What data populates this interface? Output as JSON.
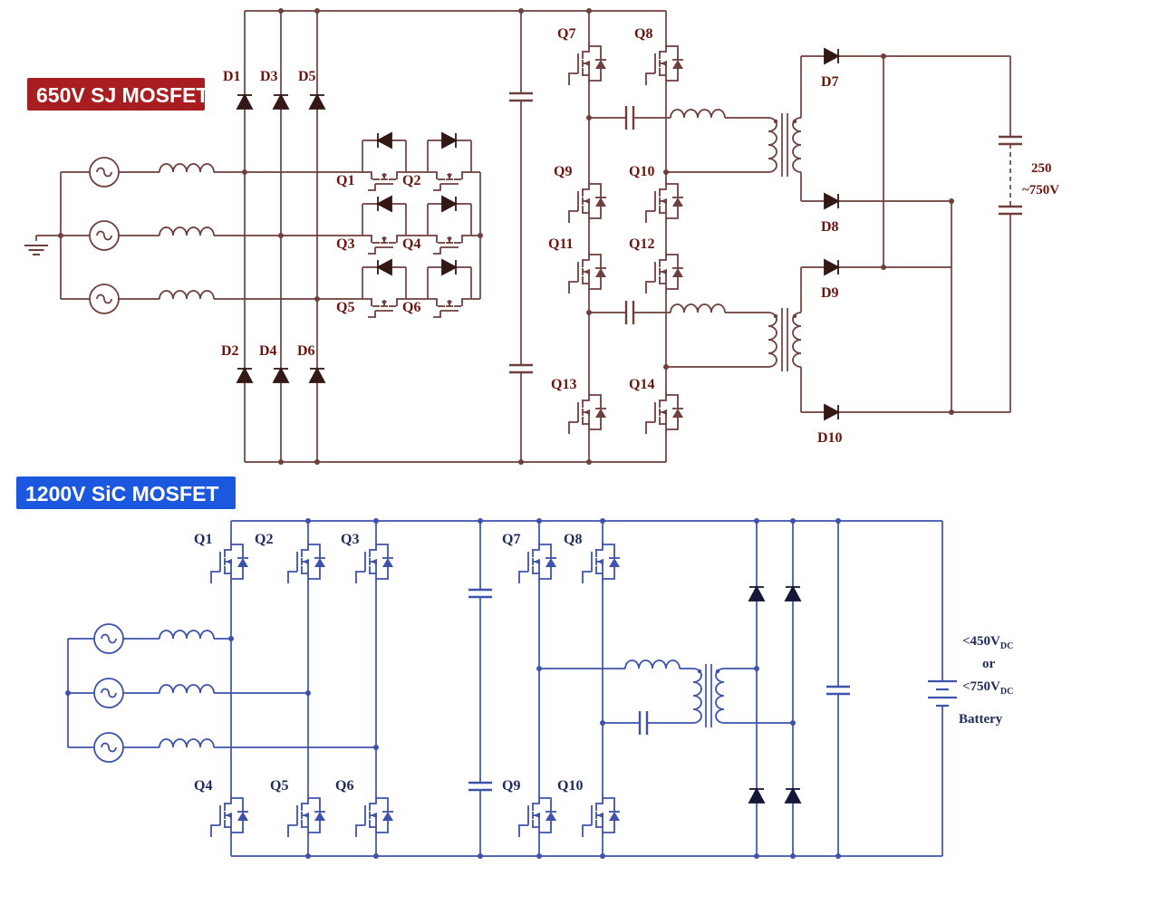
{
  "top": {
    "badge": "650V SJ MOSFET",
    "input_diodes_top": [
      "D1",
      "D3",
      "D5"
    ],
    "input_diodes_bottom": [
      "D2",
      "D4",
      "D6"
    ],
    "matrix_mosfets": [
      "Q1",
      "Q2",
      "Q3",
      "Q4",
      "Q5",
      "Q6"
    ],
    "bridge_mosfets": [
      "Q7",
      "Q8",
      "Q9",
      "Q10",
      "Q11",
      "Q12",
      "Q13",
      "Q14"
    ],
    "output_diodes": [
      "D7",
      "D8",
      "D9",
      "D10"
    ],
    "output_voltage_line1": "250",
    "output_voltage_line2": "~750V"
  },
  "bottom": {
    "badge": "1200V SiC MOSFET",
    "inverter_mosfets": [
      "Q1",
      "Q2",
      "Q3",
      "Q4",
      "Q5",
      "Q6"
    ],
    "hbridge_mosfets": [
      "Q7",
      "Q8",
      "Q9",
      "Q10"
    ],
    "output_option_1": "<450V",
    "output_option_1_sub": "DC",
    "output_or": "or",
    "output_option_2": "<750V",
    "output_option_2_sub": "DC",
    "battery_label": "Battery"
  },
  "colors": {
    "top_badge_bg": "#a81e20",
    "top_wire": "#6f3f3c",
    "top_diode": "#331815",
    "top_label": "#6b150f",
    "bottom_badge_bg": "#1c57e0",
    "bottom_wire": "#3e52ab",
    "bottom_diode": "#14163a",
    "bottom_label": "#1e2a5e"
  }
}
